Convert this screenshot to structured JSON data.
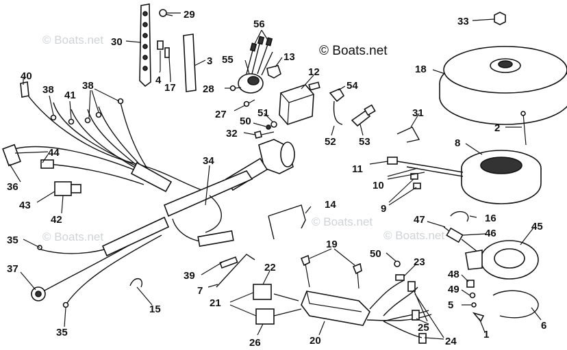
{
  "copyright": "© Boats.net",
  "watermarks": [
    "© Boats.net",
    "© Boats.net",
    "© Boats.net",
    "© Boats.net"
  ],
  "callouts": [
    "1",
    "2",
    "3",
    "4",
    "5",
    "6",
    "7",
    "8",
    "9",
    "10",
    "11",
    "12",
    "13",
    "14",
    "15",
    "16",
    "17",
    "18",
    "19",
    "20",
    "21",
    "22",
    "23",
    "24",
    "25",
    "26",
    "27",
    "28",
    "29",
    "30",
    "31",
    "32",
    "33",
    "34",
    "35",
    "35",
    "36",
    "37",
    "38",
    "38",
    "39",
    "40",
    "41",
    "42",
    "43",
    "44",
    "45",
    "46",
    "47",
    "48",
    "49",
    "50",
    "50",
    "51",
    "52",
    "53",
    "54",
    "55",
    "56"
  ]
}
